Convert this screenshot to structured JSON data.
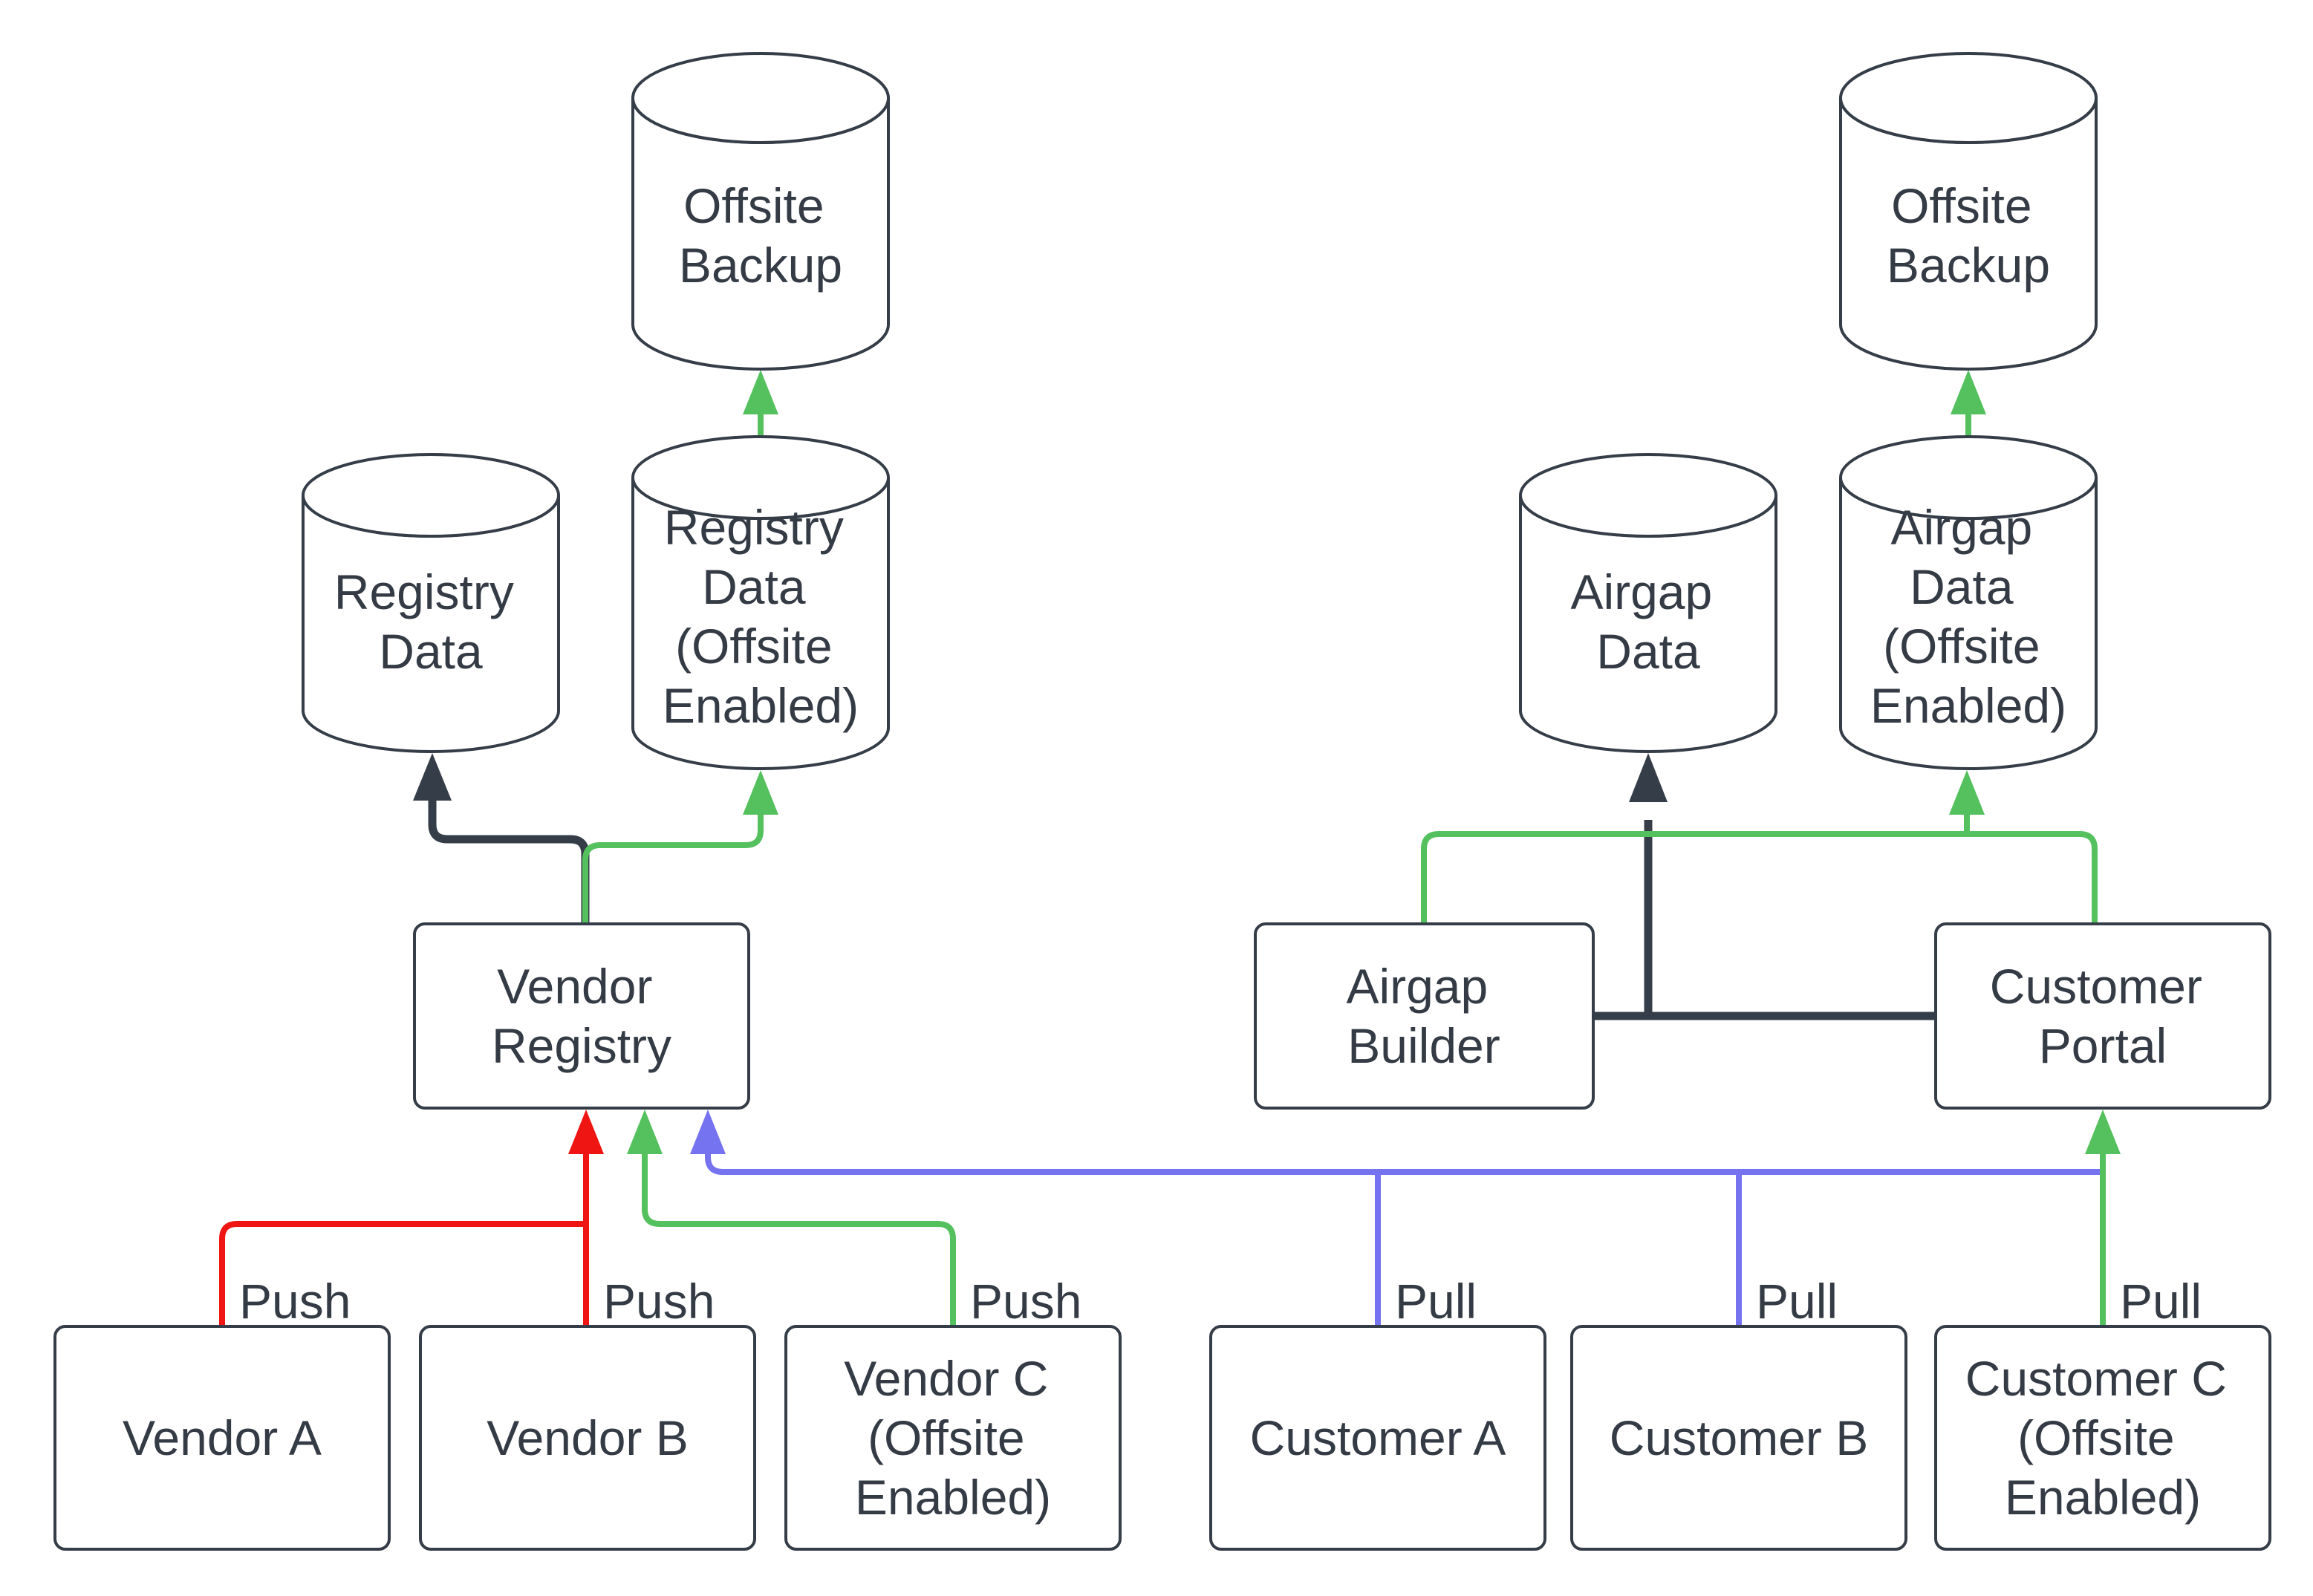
{
  "colors": {
    "dark": "#353d48",
    "text": "#343b45",
    "red": "#ee1512",
    "green": "#55c15e",
    "blue": "#7673f0",
    "bg": "#ffffff"
  },
  "nodes": {
    "offsite_backup_left": {
      "lines": [
        "Offsite",
        "Backup"
      ]
    },
    "registry_data": {
      "lines": [
        "Registry",
        "Data"
      ]
    },
    "registry_data_offsite": {
      "lines": [
        "Registry",
        "Data",
        "(Offsite",
        "Enabled)"
      ]
    },
    "vendor_registry": {
      "lines": [
        "Vendor",
        "Registry"
      ]
    },
    "vendor_a": {
      "lines": [
        "Vendor A"
      ]
    },
    "vendor_b": {
      "lines": [
        "Vendor B"
      ]
    },
    "vendor_c": {
      "lines": [
        "Vendor C",
        "(Offsite",
        "Enabled)"
      ]
    },
    "airgap_data": {
      "lines": [
        "Airgap",
        "Data"
      ]
    },
    "airgap_data_offsite": {
      "lines": [
        "Airgap",
        "Data",
        "(Offsite",
        "Enabled)"
      ]
    },
    "offsite_backup_right": {
      "lines": [
        "Offsite",
        "Backup"
      ]
    },
    "airgap_builder": {
      "lines": [
        "Airgap",
        "Builder"
      ]
    },
    "customer_portal": {
      "lines": [
        "Customer",
        "Portal"
      ]
    },
    "customer_a": {
      "lines": [
        "Customer A"
      ]
    },
    "customer_b": {
      "lines": [
        "Customer B"
      ]
    },
    "customer_c": {
      "lines": [
        "Customer C",
        "(Offsite",
        "Enabled)"
      ]
    }
  },
  "edge_labels": {
    "push_a": "Push",
    "push_b": "Push",
    "push_c": "Push",
    "pull_a": "Pull",
    "pull_b": "Pull",
    "pull_c": "Pull"
  }
}
